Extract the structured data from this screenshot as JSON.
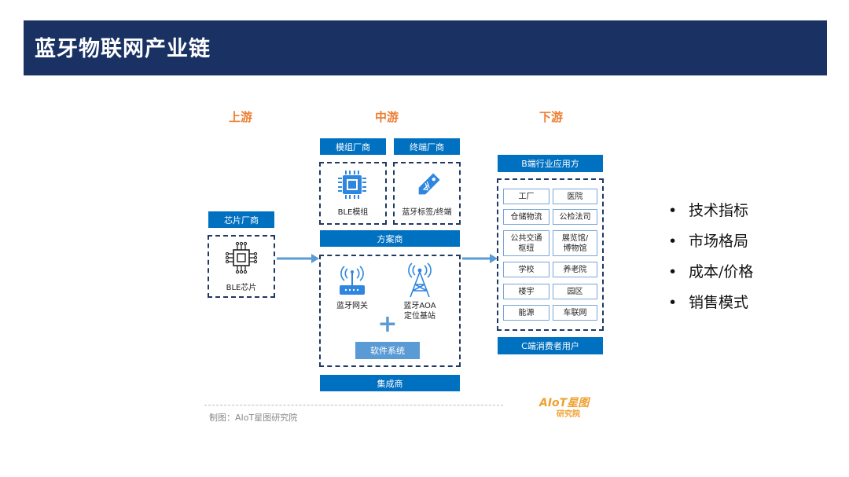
{
  "title": "蓝牙物联网产业链",
  "stages": {
    "upstream": "上游",
    "midstream": "中游",
    "downstream": "下游"
  },
  "upstream": {
    "vendor_label": "芯片厂商",
    "chip_label": "BLE芯片"
  },
  "midstream": {
    "module_vendor": "模组厂商",
    "terminal_vendor": "终端厂商",
    "module_label": "BLE模组",
    "tag_label": "蓝牙标签/终端",
    "solution_vendor": "方案商",
    "gateway_label": "蓝牙网关",
    "aoa_label_1": "蓝牙AOA",
    "aoa_label_2": "定位基站",
    "plus": "+",
    "software": "软件系统",
    "integrator": "集成商"
  },
  "downstream": {
    "b_side": "B端行业应用方",
    "c_side": "C端消费者用户",
    "cells": [
      [
        "工厂",
        "医院"
      ],
      [
        "仓储物流",
        "公检法司"
      ],
      [
        "公共交通\n枢纽",
        "展览馆/\n博物馆"
      ],
      [
        "学校",
        "养老院"
      ],
      [
        "楼宇",
        "园区"
      ],
      [
        "能源",
        "车联网"
      ]
    ]
  },
  "bullets": [
    "技术指标",
    "市场格局",
    "成本/价格",
    "销售模式"
  ],
  "bullet_symbol": "•",
  "source": "制图：AIoT星图研究院",
  "logo": {
    "line1": "AIoT星图",
    "line2": "研究院"
  },
  "colors": {
    "title_bg": "#1a3263",
    "stage": "#ed7d31",
    "box_blue": "#0070c0",
    "dash": "#1f3864",
    "arrow": "#5b9bd5"
  }
}
